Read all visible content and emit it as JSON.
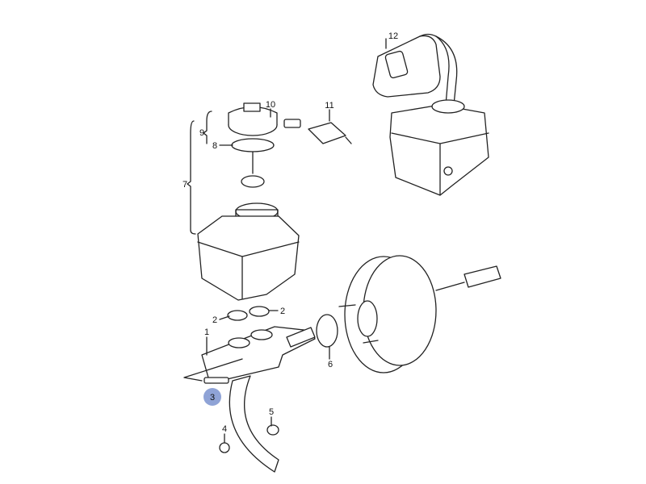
{
  "diagram": {
    "callouts": {
      "c1": "1",
      "c2a": "2",
      "c2b": "2",
      "c3": "3",
      "c4": "4",
      "c5": "5",
      "c6": "6",
      "c7": "7",
      "c8": "8",
      "c9": "9",
      "c10": "10",
      "c11": "11",
      "c12": "12"
    },
    "highlighted_callout": "3",
    "highlight_color": "#8fa3d6"
  }
}
